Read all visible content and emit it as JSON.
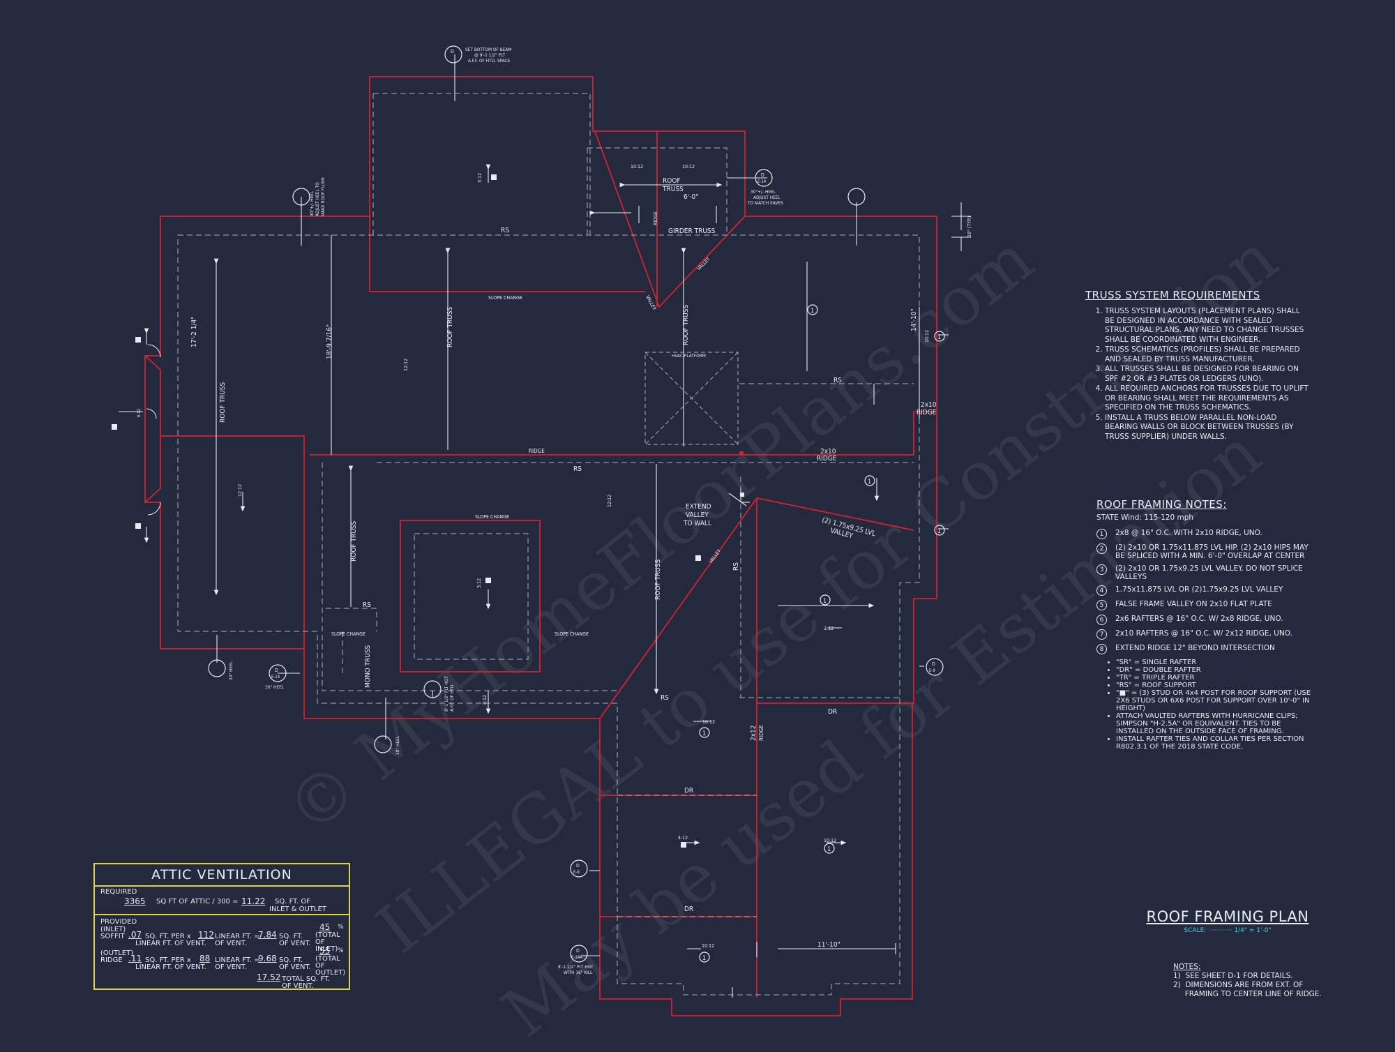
{
  "drawing": {
    "title": "ROOF FRAMING PLAN",
    "scale": "SCALE: ············ 1/4\" = 1'-0\"",
    "colors": {
      "background": "#232a3e",
      "wall_outline": "#d8202e",
      "linework": "#e8ecf4",
      "dashed": "#a9b0c0",
      "attic_border": "#d9d44a",
      "scale_text": "#48d3e8"
    }
  },
  "plan_labels": {
    "rs1": "RS",
    "rs2": "RS",
    "rs3": "RS",
    "rs4": "RS",
    "rs5": "RS",
    "rs_vert": "RS",
    "girder_truss": "GIRDER TRUSS",
    "slope_change1": "SLOPE CHANGE",
    "slope_change2": "SLOPE CHANGE",
    "slope_change3": "SLOPE CHANGE",
    "slope_change4": "SLOPE CHANGE",
    "ridge_main": "RIDGE",
    "ridge_2x10": "2x10",
    "ridge_2x10b": "RIDGE",
    "ridge_right": "2x10",
    "ridge_right_b": "RIDGE",
    "ridge_2x12": "2x12",
    "ridge_2x12b": "RIDGE",
    "ridge_small": "RIDGE",
    "hvac": "HVAC PLATFORM",
    "roof_truss_top": "ROOF",
    "roof_truss_top_b": "TRUSS",
    "roof_truss_1": "ROOF TRUSS",
    "roof_truss_2": "ROOF TRUSS",
    "roof_truss_3": "ROOF TRUSS",
    "roof_truss_4": "ROOF TRUSS",
    "roof_truss_5": "ROOF TRUSS",
    "mono_truss": "MONO TRUSS",
    "valley1": "VALLEY",
    "valley2": "VALLEY",
    "valley3": "VALLEY",
    "lvl_valley": "(2) 1.75x9.25 LVL",
    "lvl_valley_b": "VALLEY",
    "extend_valley": [
      "EXTEND",
      "VALLEY",
      "TO WALL"
    ],
    "dr1": "DR",
    "dr2": "DR",
    "dr3": "DR",
    "dim_6_0": "6'-0\"",
    "dim_11_10": "11'-10\"",
    "dim_17_2": "17'-2 1/4\"",
    "dim_18_9": "18'-9 7/16\"",
    "dim_14_10": "14'-10\"",
    "pitch_10_12a": "10:12",
    "pitch_10_12b": "10:12",
    "pitch_10_12c": "10:12",
    "pitch_10_12d": "10:12",
    "pitch_10_12e": "10:12",
    "pitch_10_12f": "10:12",
    "pitch_12_12": "12:12",
    "pitch_12_12b": "12:12",
    "pitch_12_12c": "12:12",
    "pitch_3_12a": "3:12",
    "pitch_3_12b": "3:12",
    "pitch_3_12c": "3:12",
    "pitch_4_12": "4:12",
    "pitch_8_12": "8:12",
    "pitch_6_12": "6:12",
    "note_beam": [
      "SET BOTTOM OF BEAM",
      "@ 9'-1 1/2\" PLT",
      "A.F.F. OF HTD. SPACE"
    ],
    "note_heel_left": [
      "30\"+/- HEEL",
      "ADJUST HEEL TO",
      "MAKE ROOF FLUSH"
    ],
    "note_heel_top": [
      "30\"+/- HEEL",
      "ADJUST HEEL",
      "TO MATCH EAVES"
    ],
    "note_heel_24": "24\" HEEL",
    "note_heel_36": "36\" HEEL",
    "note_heel_18": "18\" HEEL",
    "note_plt": [
      "8'-1 1/2\" PLT HGT",
      "A.F.F. OF HTD."
    ],
    "note_plt_bottom": [
      "8'-1 1/2\" PLT HGT",
      "WITH 16\" KILL"
    ],
    "dim_typ": "16\" (TYP.)",
    "circle_1": "1",
    "sec_d": "D",
    "sec_e14": "E-14",
    "sec_e9": "E-9",
    "sec_e15": "E-15",
    "sec_e14a": "E-14A"
  },
  "truss_requirements": {
    "title": "TRUSS SYSTEM REQUIREMENTS",
    "items": [
      "TRUSS SYSTEM LAYOUTS (PLACEMENT PLANS) SHALL BE DESIGNED IN ACCORDANCE WITH SEALED STRUCTURAL PLANS. ANY NEED TO CHANGE TRUSSES SHALL BE COORDINATED WITH ENGINEER.",
      "TRUSS SCHEMATICS (PROFILES) SHALL BE PREPARED AND SEALED BY TRUSS MANUFACTURER.",
      "ALL TRUSSES SHALL BE DESIGNED FOR BEARING ON SPF #2 OR #3 PLATES OR LEDGERS (UNO).",
      "ALL REQUIRED ANCHORS FOR TRUSSES DUE TO UPLIFT OR BEARING SHALL MEET THE REQUIREMENTS AS SPECIFIED ON THE TRUSS SCHEMATICS.",
      "INSTALL A TRUSS BELOW PARALLEL NON-LOAD BEARING WALLS OR BLOCK BETWEEN TRUSSES (BY TRUSS SUPPLIER) UNDER WALLS."
    ]
  },
  "roof_framing_notes": {
    "title": "ROOF FRAMING NOTES:",
    "wind": "STATE Wind: 115-120 mph",
    "items": [
      {
        "num": "1",
        "text": "2x8 @ 16\" O.C. WITH 2x10 RIDGE, UNO."
      },
      {
        "num": "2",
        "text": "(2) 2x10 OR 1.75x11.875 LVL HIP. (2) 2x10 HIPS MAY BE SPLICED WITH A MIN. 6'-0\" OVERLAP AT CENTER"
      },
      {
        "num": "3",
        "text": "(2) 2x10 OR 1.75x9.25 LVL VALLEY. DO NOT SPLICE VALLEYS"
      },
      {
        "num": "4",
        "text": "1.75x11.875 LVL OR (2)1.75x9.25 LVL VALLEY"
      },
      {
        "num": "5",
        "text": "FALSE FRAME VALLEY ON 2x10 FLAT PLATE"
      },
      {
        "num": "6",
        "text": "2x6 RAFTERS @ 16\" O.C. W/ 2x8 RIDGE, UNO."
      },
      {
        "num": "7",
        "text": "2x10 RAFTERS @ 16\" O.C. W/ 2x12 RIDGE, UNO."
      },
      {
        "num": "8",
        "text": "EXTEND RIDGE 12\" BEYOND INTERSECTION"
      }
    ],
    "bullets": [
      "\"SR\" = SINGLE RAFTER",
      "\"DR\" = DOUBLE RAFTER",
      "\"TR\" = TRIPLE RAFTER",
      "\"RS\" = ROOF SUPPORT",
      "\"■\" = (3) STUD OR 4x4 POST FOR ROOF SUPPORT (USE 2X6 STUDS OR 6X6 POST FOR SUPPORT OVER 10'-0\" IN HEIGHT)",
      "ATTACH VAULTED RAFTERS WITH HURRICANE CLIPS; SIMPSON \"H-2.5A\" OR EQUIVALENT. TIES TO BE INSTALLED ON THE OUTSIDE FACE OF FRAMING.",
      "INSTALL RAFTER TIES AND COLLAR TIES PER SECTION R802.3.1 OF THE 2018 STATE CODE."
    ]
  },
  "attic_ventilation": {
    "title": "ATTIC VENTILATION",
    "required": "REQUIRED",
    "req_val": "3365",
    "req_text": "SQ FT OF ATTIC / 300 =",
    "req_result": "11.22",
    "req_unit": "SQ. FT. OF",
    "req_unit2": "INLET & OUTLET",
    "provided": "PROVIDED",
    "inlet": "(INLET)",
    "soffit": "SOFFIT",
    "soffit_val": ".07",
    "soffit_txt": "SQ. FT. PER x",
    "soffit_lf": "112",
    "soffit_lf_txt": "LINEAR FT. =",
    "soffit_res": "7.84",
    "soffit_res_txt": "SQ. FT.",
    "soffit_sub1": "LINEAR FT. OF VENT.",
    "soffit_sub2": "OF VENT.",
    "soffit_sub3": "OF VENT.",
    "soffit_pct": "45",
    "soffit_pct_txt": "(TOTAL OF INLET)",
    "outlet": "(OUTLET)",
    "ridge": "RIDGE",
    "ridge_val": ".11",
    "ridge_txt": "SQ. FT. PER x",
    "ridge_lf": "88",
    "ridge_lf_txt": "LINEAR FT. =",
    "ridge_res": "9.68",
    "ridge_res_txt": "SQ. FT.",
    "ridge_pct": "55",
    "ridge_pct_txt": "(TOTAL OF OUTLET)",
    "pct_sign": "%",
    "total_val": "17.52",
    "total_txt": "TOTAL SQ. FT.",
    "total_txt2": "OF VENT."
  },
  "bottom_notes": {
    "title": "NOTES:",
    "items": [
      "1)  SEE SHEET D-1 FOR DETAILS.",
      "2)  DIMENSIONS ARE FROM EXT. OF",
      "     FRAMING TO CENTER LINE OF RIDGE."
    ]
  },
  "watermark": {
    "line1": "© MyHomeFloorPlans.com",
    "line2": "ILLEGAL to use for Construction",
    "line3": "May be used for Estimation"
  }
}
